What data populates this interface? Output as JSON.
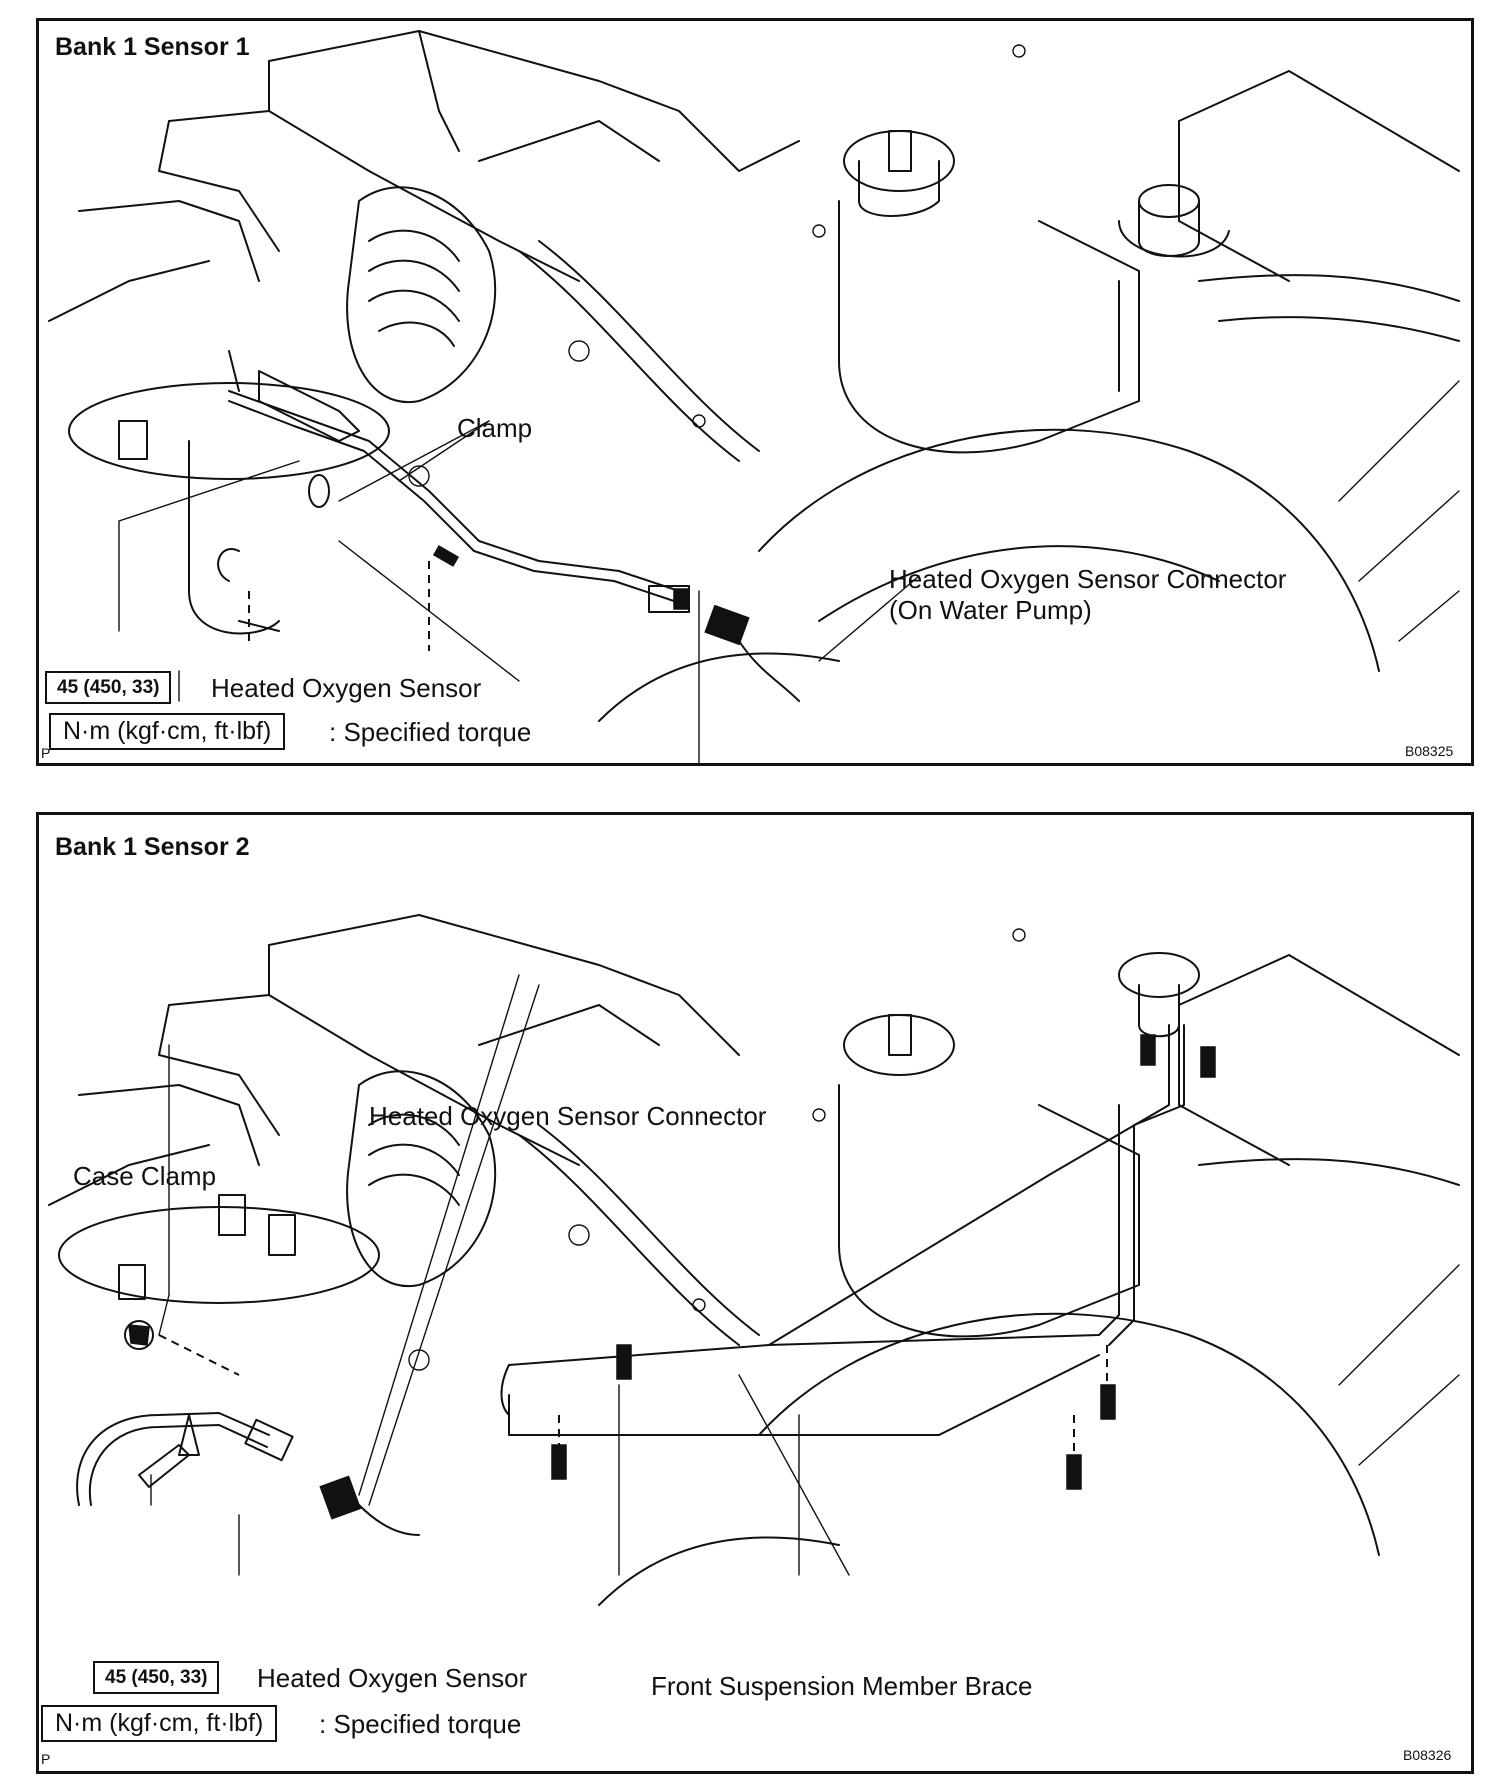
{
  "panels": [
    {
      "title": "Bank 1 Sensor 1",
      "labels": {
        "clamp": "Clamp",
        "connector_line1": "Heated Oxygen Sensor Connector",
        "connector_line2": "(On Water Pump)",
        "sensor": "Heated Oxygen Sensor",
        "torque_value": "45 (450, 33)",
        "torque_units": "N·m (kgf·cm, ft·lbf)",
        "specified": ": Specified torque",
        "corner_mark": "P",
        "figure_code": "B08325"
      }
    },
    {
      "title": "Bank 1 Sensor 2",
      "labels": {
        "connector": "Heated Oxygen Sensor Connector",
        "case_clamp": "Case Clamp",
        "sensor": "Heated Oxygen Sensor",
        "brace": "Front Suspension  Member Brace",
        "torque_value": "45 (450, 33)",
        "torque_units": "N·m (kgf·cm, ft·lbf)",
        "specified": ": Specified torque",
        "corner_mark": "P",
        "figure_code": "B08326"
      }
    }
  ]
}
